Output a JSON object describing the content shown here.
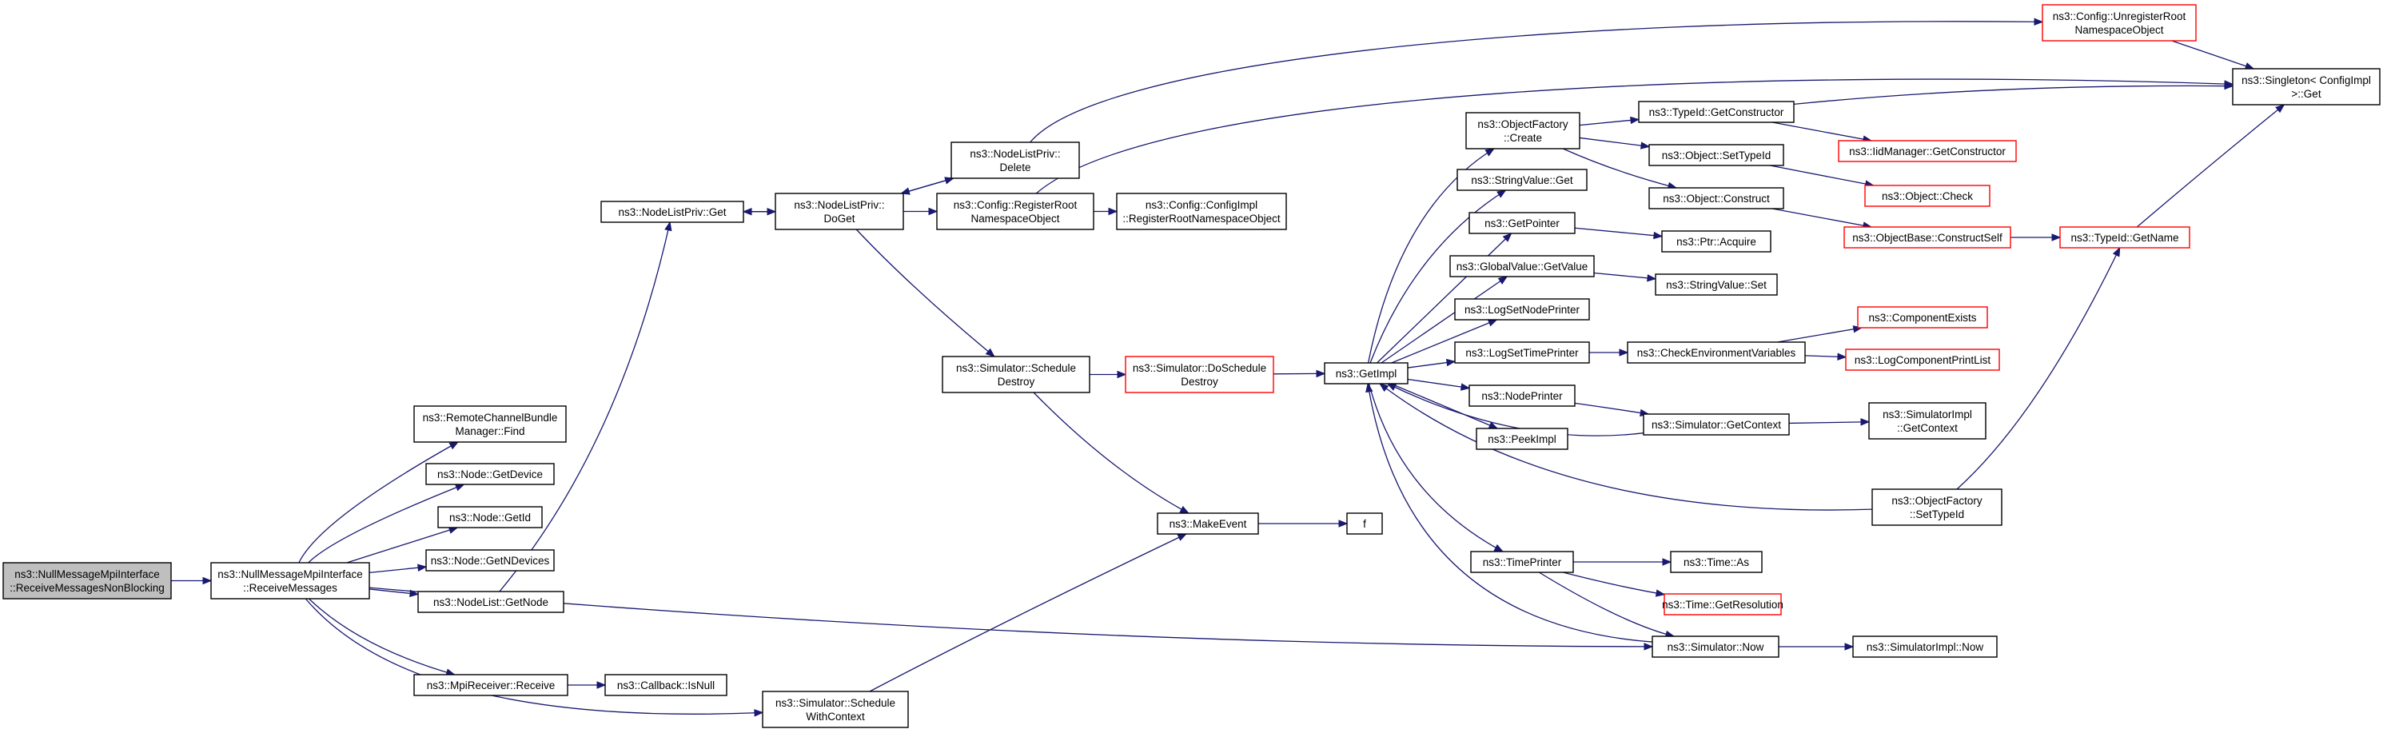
{
  "colors": {
    "edge": "#191970",
    "normal_border": "#000000",
    "truncated_border": "#ff0000",
    "root_fill": "#bfbfbf",
    "fill": "#ffffff"
  },
  "nodes": [
    {
      "id": "root",
      "lines": [
        "ns3::NullMessageMpiInterface",
        "::ReceiveMessagesNonBlocking"
      ],
      "style": "root"
    },
    {
      "id": "recv",
      "lines": [
        "ns3::NullMessageMpiInterface",
        "::ReceiveMessages"
      ],
      "style": "normal"
    },
    {
      "id": "rcbm",
      "lines": [
        "ns3::RemoteChannelBundle",
        "Manager::Find"
      ],
      "style": "normal"
    },
    {
      "id": "getdevice",
      "lines": [
        "ns3::Node::GetDevice"
      ],
      "style": "normal"
    },
    {
      "id": "getid",
      "lines": [
        "ns3::Node::GetId"
      ],
      "style": "normal"
    },
    {
      "id": "getndev",
      "lines": [
        "ns3::Node::GetNDevices"
      ],
      "style": "normal"
    },
    {
      "id": "getnode",
      "lines": [
        "ns3::NodeList::GetNode"
      ],
      "style": "normal"
    },
    {
      "id": "mpirecv",
      "lines": [
        "ns3::MpiReceiver::Receive"
      ],
      "style": "normal"
    },
    {
      "id": "isnull",
      "lines": [
        "ns3::Callback::IsNull"
      ],
      "style": "normal"
    },
    {
      "id": "schedctx",
      "lines": [
        "ns3::Simulator::Schedule",
        "WithContext"
      ],
      "style": "normal"
    },
    {
      "id": "nlpget",
      "lines": [
        "ns3::NodeListPriv::Get"
      ],
      "style": "normal"
    },
    {
      "id": "doget",
      "lines": [
        "ns3::NodeListPriv::",
        "DoGet"
      ],
      "style": "normal"
    },
    {
      "id": "delete",
      "lines": [
        "ns3::NodeListPriv::",
        "Delete"
      ],
      "style": "normal"
    },
    {
      "id": "regroot",
      "lines": [
        "ns3::Config::RegisterRoot",
        "NamespaceObject"
      ],
      "style": "normal"
    },
    {
      "id": "cfgimpl",
      "lines": [
        "ns3::Config::ConfigImpl",
        "::RegisterRootNamespaceObject"
      ],
      "style": "normal"
    },
    {
      "id": "scheddestroy",
      "lines": [
        "ns3::Simulator::Schedule",
        "Destroy"
      ],
      "style": "normal"
    },
    {
      "id": "doscheddestroy",
      "lines": [
        "ns3::Simulator::DoSchedule",
        "Destroy"
      ],
      "style": "truncated"
    },
    {
      "id": "makeevent",
      "lines": [
        "ns3::MakeEvent"
      ],
      "style": "normal"
    },
    {
      "id": "f",
      "lines": [
        "f"
      ],
      "style": "normal"
    },
    {
      "id": "getimpl",
      "lines": [
        "ns3::GetImpl"
      ],
      "style": "normal"
    },
    {
      "id": "ofcreate",
      "lines": [
        "ns3::ObjectFactory",
        "::Create"
      ],
      "style": "normal"
    },
    {
      "id": "svget",
      "lines": [
        "ns3::StringValue::Get"
      ],
      "style": "normal"
    },
    {
      "id": "getpointer",
      "lines": [
        "ns3::GetPointer"
      ],
      "style": "normal"
    },
    {
      "id": "gvgetvalue",
      "lines": [
        "ns3::GlobalValue::GetValue"
      ],
      "style": "normal"
    },
    {
      "id": "logsetnode",
      "lines": [
        "ns3::LogSetNodePrinter"
      ],
      "style": "normal"
    },
    {
      "id": "logsettime",
      "lines": [
        "ns3::LogSetTimePrinter"
      ],
      "style": "normal"
    },
    {
      "id": "nodeprinter",
      "lines": [
        "ns3::NodePrinter"
      ],
      "style": "normal"
    },
    {
      "id": "peekimpl",
      "lines": [
        "ns3::PeekImpl"
      ],
      "style": "normal"
    },
    {
      "id": "timeprinter",
      "lines": [
        "ns3::TimePrinter"
      ],
      "style": "normal"
    },
    {
      "id": "tidgetctor",
      "lines": [
        "ns3::TypeId::GetConstructor"
      ],
      "style": "normal"
    },
    {
      "id": "objsettypeid",
      "lines": [
        "ns3::Object::SetTypeId"
      ],
      "style": "normal"
    },
    {
      "id": "objconstruct",
      "lines": [
        "ns3::Object::Construct"
      ],
      "style": "normal"
    },
    {
      "id": "ptracquire",
      "lines": [
        "ns3::Ptr::Acquire"
      ],
      "style": "normal"
    },
    {
      "id": "svset",
      "lines": [
        "ns3::StringValue::Set"
      ],
      "style": "normal"
    },
    {
      "id": "checkenv",
      "lines": [
        "ns3::CheckEnvironmentVariables"
      ],
      "style": "normal"
    },
    {
      "id": "simgetctx",
      "lines": [
        "ns3::Simulator::GetContext"
      ],
      "style": "normal"
    },
    {
      "id": "ofsettypeid",
      "lines": [
        "ns3::ObjectFactory",
        "::SetTypeId"
      ],
      "style": "normal"
    },
    {
      "id": "timeas",
      "lines": [
        "ns3::Time::As"
      ],
      "style": "normal"
    },
    {
      "id": "timegetres",
      "lines": [
        "ns3::Time::GetResolution"
      ],
      "style": "truncated"
    },
    {
      "id": "simnow",
      "lines": [
        "ns3::Simulator::Now"
      ],
      "style": "normal"
    },
    {
      "id": "simimplnow",
      "lines": [
        "ns3::SimulatorImpl::Now"
      ],
      "style": "normal"
    },
    {
      "id": "unregroot",
      "lines": [
        "ns3::Config::UnregisterRoot",
        "NamespaceObject"
      ],
      "style": "truncated"
    },
    {
      "id": "singleton",
      "lines": [
        "ns3::Singleton< ConfigImpl",
        " >::Get"
      ],
      "style": "normal"
    },
    {
      "id": "iidmgr",
      "lines": [
        "ns3::IidManager::GetConstructor"
      ],
      "style": "truncated"
    },
    {
      "id": "objcheck",
      "lines": [
        "ns3::Object::Check"
      ],
      "style": "truncated"
    },
    {
      "id": "objbase",
      "lines": [
        "ns3::ObjectBase::ConstructSelf"
      ],
      "style": "truncated"
    },
    {
      "id": "tidgetname",
      "lines": [
        "ns3::TypeId::GetName"
      ],
      "style": "truncated"
    },
    {
      "id": "compexists",
      "lines": [
        "ns3::ComponentExists"
      ],
      "style": "truncated"
    },
    {
      "id": "logcomplist",
      "lines": [
        "ns3::LogComponentPrintList"
      ],
      "style": "truncated"
    },
    {
      "id": "simimplgetctx",
      "lines": [
        "ns3::SimulatorImpl",
        "::GetContext"
      ],
      "style": "normal"
    }
  ],
  "edges": [
    [
      "root",
      "recv"
    ],
    [
      "recv",
      "rcbm"
    ],
    [
      "recv",
      "getdevice"
    ],
    [
      "recv",
      "getid"
    ],
    [
      "recv",
      "getndev"
    ],
    [
      "recv",
      "getnode"
    ],
    [
      "recv",
      "mpirecv"
    ],
    [
      "recv",
      "schedctx"
    ],
    [
      "recv",
      "simnow"
    ],
    [
      "getnode",
      "nlpget"
    ],
    [
      "mpirecv",
      "isnull"
    ],
    [
      "schedctx",
      "makeevent"
    ],
    [
      "nlpget",
      "doget"
    ],
    [
      "doget",
      "nlpget"
    ],
    [
      "doget",
      "delete"
    ],
    [
      "delete",
      "doget"
    ],
    [
      "doget",
      "regroot"
    ],
    [
      "doget",
      "scheddestroy"
    ],
    [
      "delete",
      "unregroot"
    ],
    [
      "regroot",
      "cfgimpl"
    ],
    [
      "regroot",
      "singleton"
    ],
    [
      "unregroot",
      "singleton"
    ],
    [
      "scheddestroy",
      "doscheddestroy"
    ],
    [
      "scheddestroy",
      "makeevent"
    ],
    [
      "makeevent",
      "f"
    ],
    [
      "doscheddestroy",
      "getimpl"
    ],
    [
      "getimpl",
      "ofcreate"
    ],
    [
      "getimpl",
      "svget"
    ],
    [
      "getimpl",
      "getpointer"
    ],
    [
      "getimpl",
      "gvgetvalue"
    ],
    [
      "getimpl",
      "logsetnode"
    ],
    [
      "getimpl",
      "logsettime"
    ],
    [
      "getimpl",
      "nodeprinter"
    ],
    [
      "getimpl",
      "peekimpl"
    ],
    [
      "getimpl",
      "timeprinter"
    ],
    [
      "ofcreate",
      "tidgetctor"
    ],
    [
      "ofcreate",
      "objsettypeid"
    ],
    [
      "ofcreate",
      "objconstruct"
    ],
    [
      "getpointer",
      "ptracquire"
    ],
    [
      "gvgetvalue",
      "svset"
    ],
    [
      "logsettime",
      "checkenv"
    ],
    [
      "nodeprinter",
      "simgetctx"
    ],
    [
      "simgetctx",
      "getimpl"
    ],
    [
      "simgetctx",
      "simimplgetctx"
    ],
    [
      "ofsettypeid",
      "getimpl"
    ],
    [
      "ofsettypeid",
      "tidgetname"
    ],
    [
      "timeprinter",
      "timeas"
    ],
    [
      "timeprinter",
      "timegetres"
    ],
    [
      "timeprinter",
      "simnow"
    ],
    [
      "simnow",
      "getimpl"
    ],
    [
      "simnow",
      "simimplnow"
    ],
    [
      "tidgetctor",
      "iidmgr"
    ],
    [
      "tidgetctor",
      "singleton"
    ],
    [
      "objsettypeid",
      "objcheck"
    ],
    [
      "objconstruct",
      "objbase"
    ],
    [
      "objbase",
      "tidgetname"
    ],
    [
      "tidgetname",
      "singleton"
    ],
    [
      "checkenv",
      "compexists"
    ],
    [
      "checkenv",
      "logcomplist"
    ]
  ]
}
